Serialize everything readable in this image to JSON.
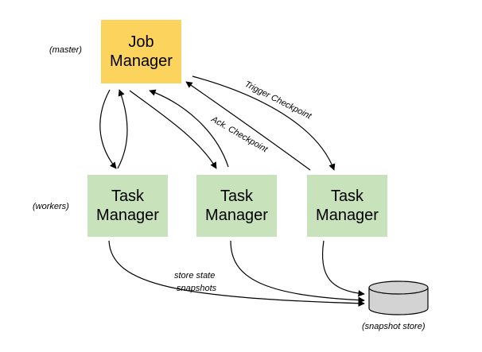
{
  "job_manager": {
    "line1": "Job",
    "line2": "Manager",
    "role": "(master)"
  },
  "task_managers": [
    {
      "line1": "Task",
      "line2": "Manager"
    },
    {
      "line1": "Task",
      "line2": "Manager"
    },
    {
      "line1": "Task",
      "line2": "Manager"
    }
  ],
  "workers_label": "(workers)",
  "edges": {
    "trigger": "Trigger Checkpoint",
    "ack": "Ack. Checkpoint",
    "store_line1": "store state",
    "store_line2": "snapshots"
  },
  "snapshot_store": {
    "label": "(snapshot store)"
  }
}
